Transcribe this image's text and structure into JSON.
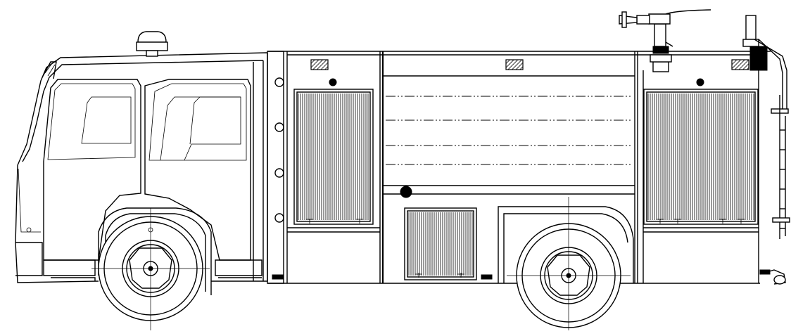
{
  "drawing": {
    "colors": {
      "line": "#000000",
      "background": "#ffffff"
    },
    "components": [
      "cab",
      "beacon-light",
      "front-wheel",
      "rear-wheel",
      "water-tank",
      "front-equipment-locker",
      "rear-equipment-locker",
      "pump-locker",
      "water-monitor",
      "rear-ladder"
    ]
  }
}
